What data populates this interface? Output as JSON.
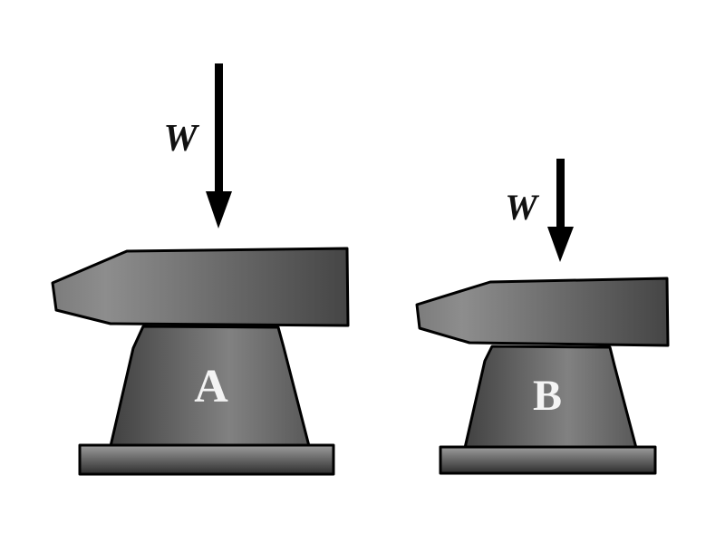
{
  "diagram": {
    "background_color": "#ffffff",
    "outline_color": "#000000",
    "arrow_color": "#000000",
    "force_label_color": "#111111",
    "letter_color": "#f4f4f4",
    "anvils": [
      {
        "id": "A",
        "label": "A",
        "force_label": "W",
        "relative_size": "large"
      },
      {
        "id": "B",
        "label": "B",
        "force_label": "W",
        "relative_size": "small"
      }
    ],
    "gradients": {
      "top_block": {
        "start": "#7c7c7c",
        "highlight": "#8d8d8d",
        "end": "#454545"
      },
      "body": {
        "start": "#414141",
        "highlight": "#818181",
        "end": "#595959"
      },
      "base": {
        "top": "#9d9d9d",
        "bottom": "#2d2d2d"
      }
    }
  }
}
